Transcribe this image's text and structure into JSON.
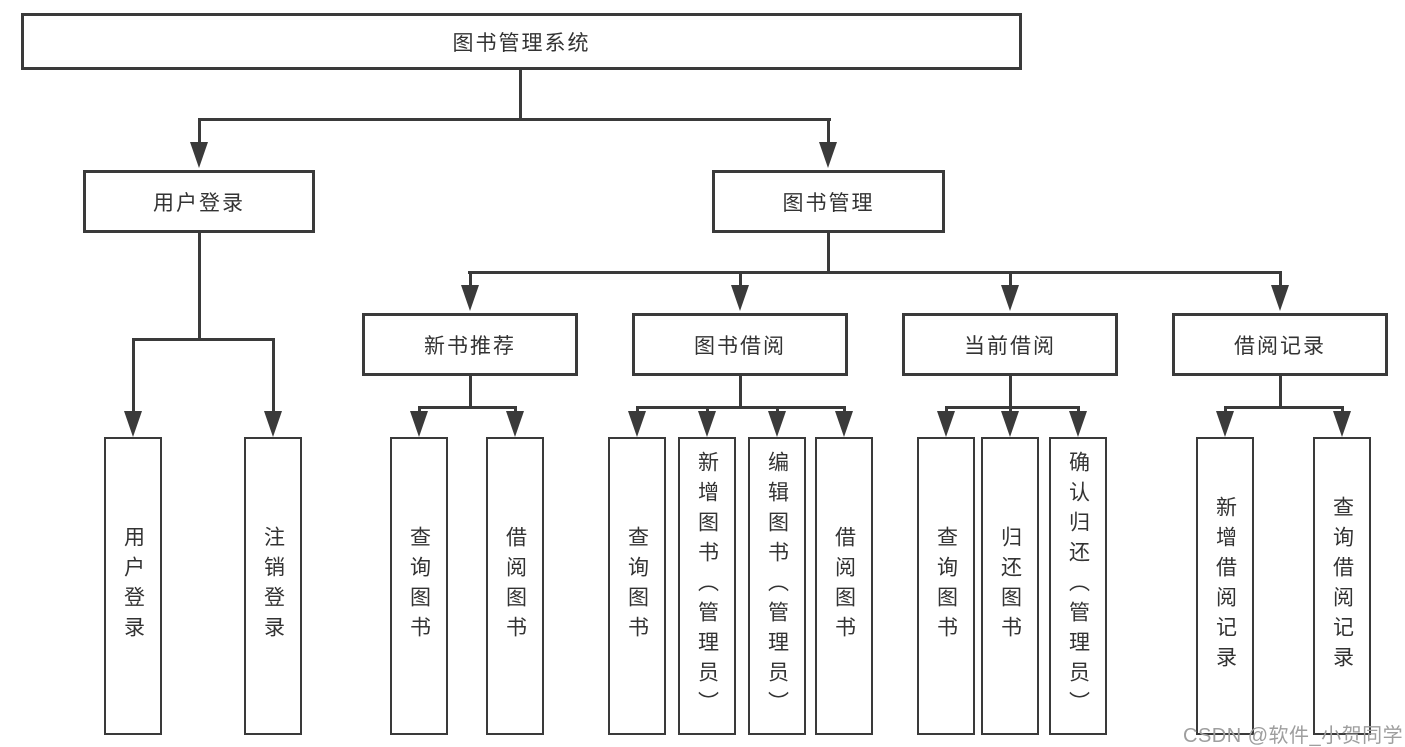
{
  "diagram": {
    "root": {
      "label": "图书管理系统"
    },
    "branches": [
      {
        "label": "用户登录",
        "children": [
          {
            "label": "用户登录"
          },
          {
            "label": "注销登录"
          }
        ]
      },
      {
        "label": "图书管理",
        "sections": [
          {
            "label": "新书推荐",
            "children": [
              {
                "label": "查询图书"
              },
              {
                "label": "借阅图书"
              }
            ]
          },
          {
            "label": "图书借阅",
            "children": [
              {
                "label": "查询图书"
              },
              {
                "label": "新增图书（管理员）"
              },
              {
                "label": "编辑图书（管理员）"
              },
              {
                "label": "借阅图书"
              }
            ]
          },
          {
            "label": "当前借阅",
            "children": [
              {
                "label": "查询图书"
              },
              {
                "label": "归还图书"
              },
              {
                "label": "确认归还（管理员）"
              }
            ]
          },
          {
            "label": "借阅记录",
            "children": [
              {
                "label": "新增借阅记录"
              },
              {
                "label": "查询借阅记录"
              }
            ]
          }
        ]
      }
    ]
  },
  "watermark": {
    "text": "CSDN @软件_小贺同学"
  },
  "colors": {
    "line": "#3a3a3a",
    "text": "#333333",
    "background": "#ffffff",
    "watermark": "#9e9e9e"
  }
}
